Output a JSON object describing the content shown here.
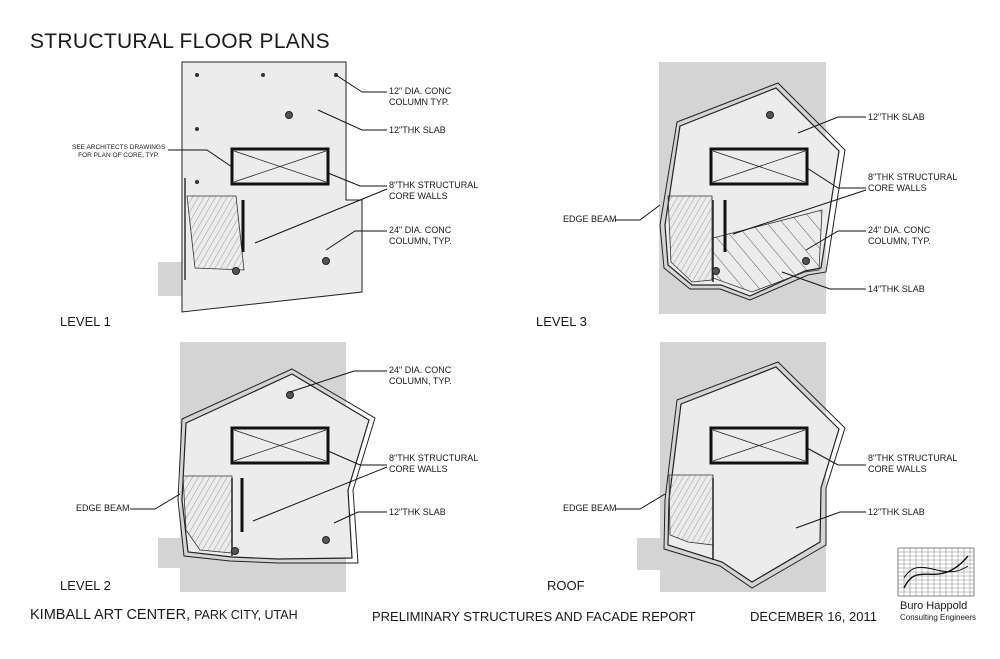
{
  "title": "STRUCTURAL FLOOR PLANS",
  "panels": {
    "level1": {
      "name": "LEVEL 1",
      "callouts": {
        "col12_a": "12\" DIA. CONC",
        "col12_b": "COLUMN TYP.",
        "slab": "12\"THK SLAB",
        "see_a": "SEE ARCHITECTS DRAWINGS",
        "see_b": "FOR PLAN OF CORE, TYP.",
        "core_a": "8\"THK STRUCTURAL",
        "core_b": "CORE WALLS",
        "col24_a": "24\" DIA. CONC",
        "col24_b": "COLUMN, TYP."
      }
    },
    "level3": {
      "name": "LEVEL 3",
      "callouts": {
        "slab": "12\"THK SLAB",
        "core_a": "8\"THK STRUCTURAL",
        "core_b": "CORE WALLS",
        "edge": "EDGE BEAM",
        "col24_a": "24\" DIA. CONC",
        "col24_b": "COLUMN, TYP.",
        "slab14": "14\"THK SLAB"
      }
    },
    "level2": {
      "name": "LEVEL 2",
      "callouts": {
        "col24_a": "24\" DIA. CONC",
        "col24_b": "COLUMN, TYP.",
        "core_a": "8\"THK STRUCTURAL",
        "core_b": "CORE WALLS",
        "edge": "EDGE BEAM",
        "slab": "12\"THK SLAB"
      }
    },
    "roof": {
      "name": "ROOF",
      "callouts": {
        "core_a": "8\"THK STRUCTURAL",
        "core_b": "CORE WALLS",
        "edge": "EDGE BEAM",
        "slab": "12\"THK SLAB"
      }
    }
  },
  "footer": {
    "project": "KIMBALL ART CENTER,",
    "location": "PARK CITY, UTAH",
    "report": "PRELIMINARY STRUCTURES AND FACADE REPORT",
    "date": "DECEMBER 16, 2011"
  },
  "logo": {
    "name": "Buro Happold",
    "subtitle": "Consulting Engineers"
  },
  "colors": {
    "ink": "#1a1a1a",
    "slab_fill": "#ececec",
    "shadow": "#d4d4d4",
    "paper": "#ffffff"
  }
}
